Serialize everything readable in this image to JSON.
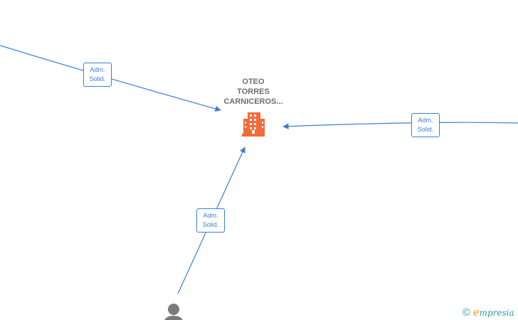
{
  "company": {
    "name_lines": [
      "OTEO",
      "TORRES",
      "CARNICEROS..."
    ],
    "icon": "building-icon",
    "icon_color": "#f26b3a"
  },
  "relations": [
    {
      "id": "left",
      "role_lines": [
        "Adm.",
        "Solid."
      ]
    },
    {
      "id": "right",
      "role_lines": [
        "Adm.",
        "Solid."
      ]
    },
    {
      "id": "bottom",
      "role_lines": [
        "Adm.",
        "Solid."
      ]
    }
  ],
  "person_node": {
    "icon": "person-icon",
    "color": "#7a7a7a"
  },
  "edge_color": "#3a7fd5",
  "brand": {
    "copyright_symbol": "©",
    "first_letter": "e",
    "rest": "mpresia"
  }
}
